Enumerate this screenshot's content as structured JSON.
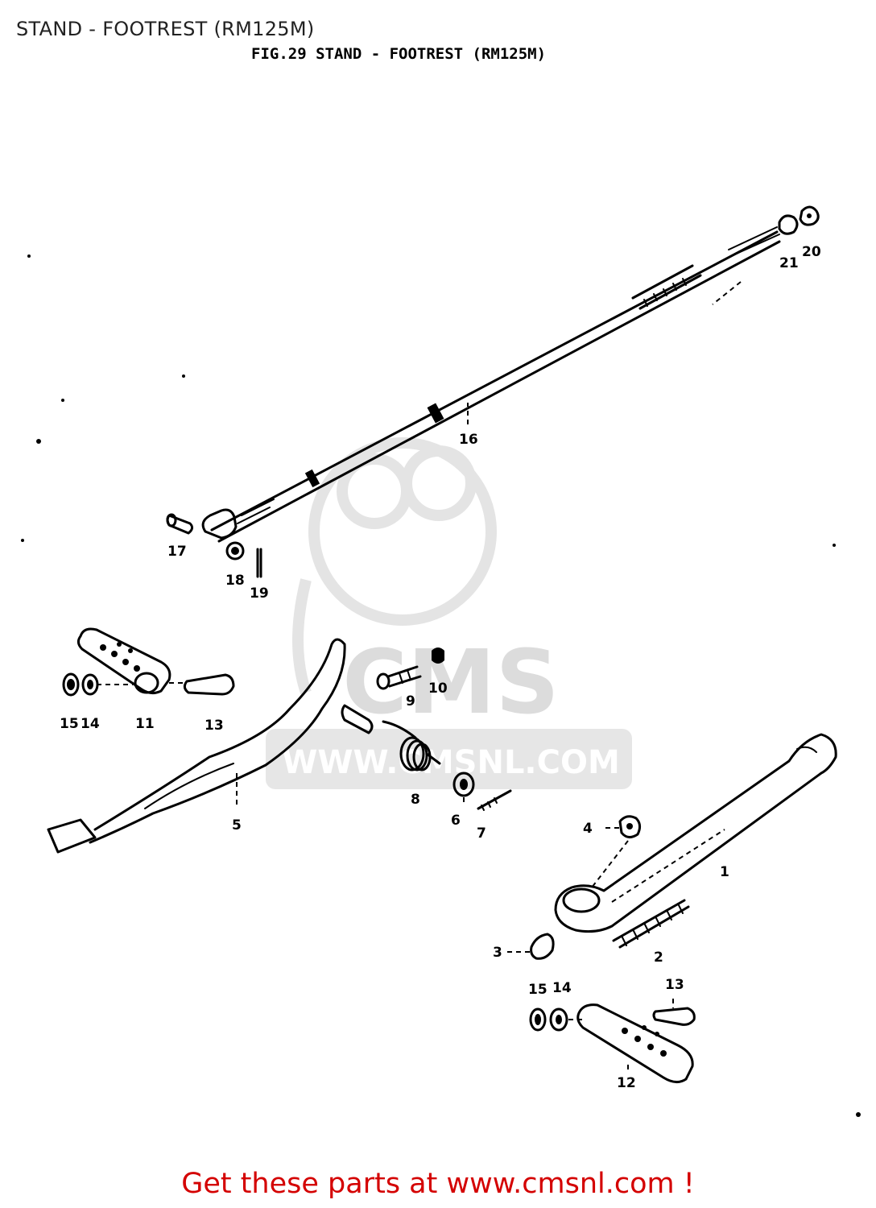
{
  "page": {
    "title": "STAND - FOOTREST (RM125M)",
    "figure_title": "FIG.29  STAND - FOOTREST (RM125M)",
    "footer": "Get these parts at www.cmsnl.com !"
  },
  "watermark": {
    "brand": "CMS",
    "url": "WWW.CMSNL.COM"
  },
  "callouts": {
    "c1": "1",
    "c2": "2",
    "c3": "3",
    "c4": "4",
    "c5": "5",
    "c6": "6",
    "c7": "7",
    "c8": "8",
    "c9": "9",
    "c10": "10",
    "c11": "11",
    "c12": "12",
    "c13a": "13",
    "c13b": "13",
    "c14a": "14",
    "c14b": "14",
    "c15a": "15",
    "c15b": "15",
    "c16": "16",
    "c17": "17",
    "c18": "18",
    "c19": "19",
    "c20": "20",
    "c21": "21"
  },
  "colors": {
    "footer": "#d40000",
    "ink": "#000000",
    "watermark": "#e0e0e0"
  }
}
